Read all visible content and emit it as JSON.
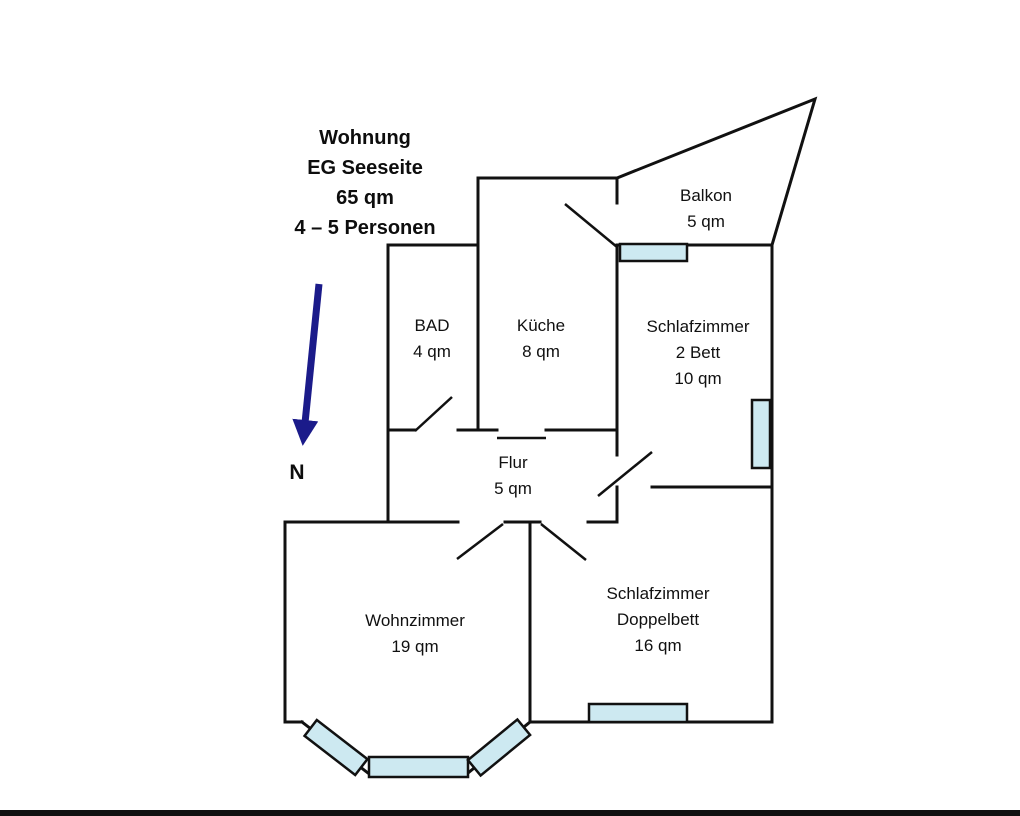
{
  "title": {
    "line1": "Wohnung",
    "line2": "EG Seeseite",
    "line3": "65 qm",
    "line4": "4 – 5 Personen"
  },
  "compass": {
    "label": "N"
  },
  "rooms": {
    "balkon": {
      "name": "Balkon",
      "area": "5 qm"
    },
    "bad": {
      "name": "BAD",
      "area": "4 qm"
    },
    "kueche": {
      "name": "Küche",
      "area": "8 qm"
    },
    "schlafzimmer2": {
      "name": "Schlafzimmer",
      "detail": "2 Bett",
      "area": "10 qm"
    },
    "flur": {
      "name": "Flur",
      "area": "5 qm"
    },
    "wohnzimmer": {
      "name": "Wohnzimmer",
      "area": "19 qm"
    },
    "doppelbett": {
      "name": "Schlafzimmer",
      "detail": "Doppelbett",
      "area": "16 qm"
    }
  },
  "colors": {
    "wall": "#111111",
    "window_fill": "#cde9f1",
    "arrow": "#1b1b8a",
    "bg": "#ffffff"
  }
}
